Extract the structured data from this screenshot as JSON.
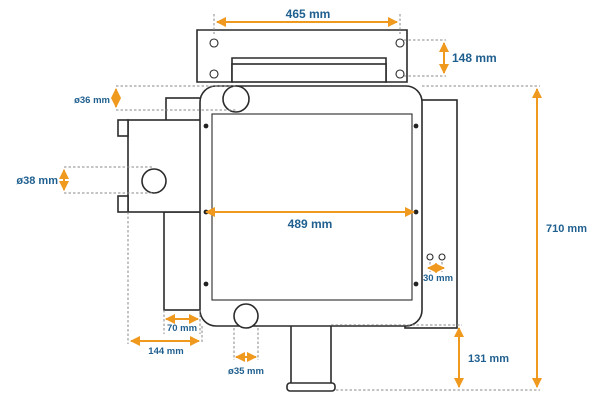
{
  "dimensions": {
    "top_width": "465 mm",
    "top_height": "148 mm",
    "small_pipe_top": "ø36 mm",
    "left_pipe": "ø38 mm",
    "inner_width": "489 mm",
    "total_height": "710 mm",
    "right_spacing": "30 mm",
    "left_offset_1": "70 mm",
    "left_offset_2": "144 mm",
    "bottom_pipe": "ø35 mm",
    "stand_height": "131 mm"
  },
  "colors": {
    "dimension_line": "#f0991f",
    "label_text": "#1f5f8f",
    "outline": "#2b2b2b",
    "extension_line": "#8a8a8a"
  }
}
